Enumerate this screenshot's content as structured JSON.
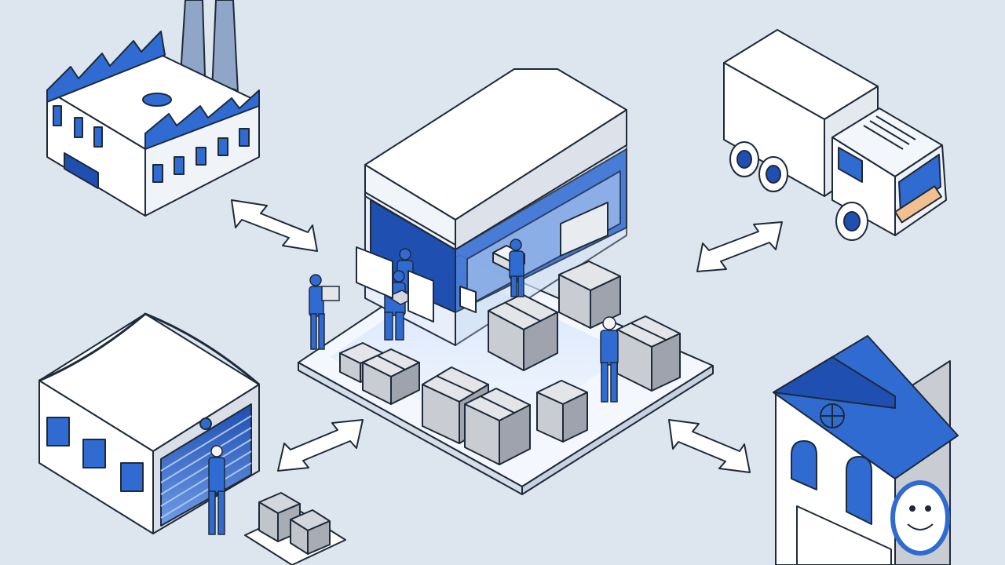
{
  "colors": {
    "background": "#DDE5EF",
    "accent_blue": "#2F6BD1",
    "dark_blue": "#1F4FB0",
    "light_blue": "#A9C4EE",
    "outline": "#1E2A3A",
    "white": "#FFFFFF",
    "box_gray": "#C9CCD3",
    "box_gray_dark": "#9EA3AD"
  },
  "nodes": [
    {
      "name": "factory",
      "icon": "factory-icon"
    },
    {
      "name": "central-warehouse",
      "icon": "warehouse-icon"
    },
    {
      "name": "delivery-truck",
      "icon": "truck-icon"
    },
    {
      "name": "storage-depot",
      "icon": "depot-icon"
    },
    {
      "name": "customer-house",
      "icon": "house-icon"
    }
  ],
  "connections": [
    {
      "from": "factory",
      "to": "central-warehouse",
      "direction": "bidirectional"
    },
    {
      "from": "delivery-truck",
      "to": "central-warehouse",
      "direction": "bidirectional"
    },
    {
      "from": "storage-depot",
      "to": "central-warehouse",
      "direction": "bidirectional"
    },
    {
      "from": "customer-house",
      "to": "central-warehouse",
      "direction": "bidirectional"
    }
  ]
}
